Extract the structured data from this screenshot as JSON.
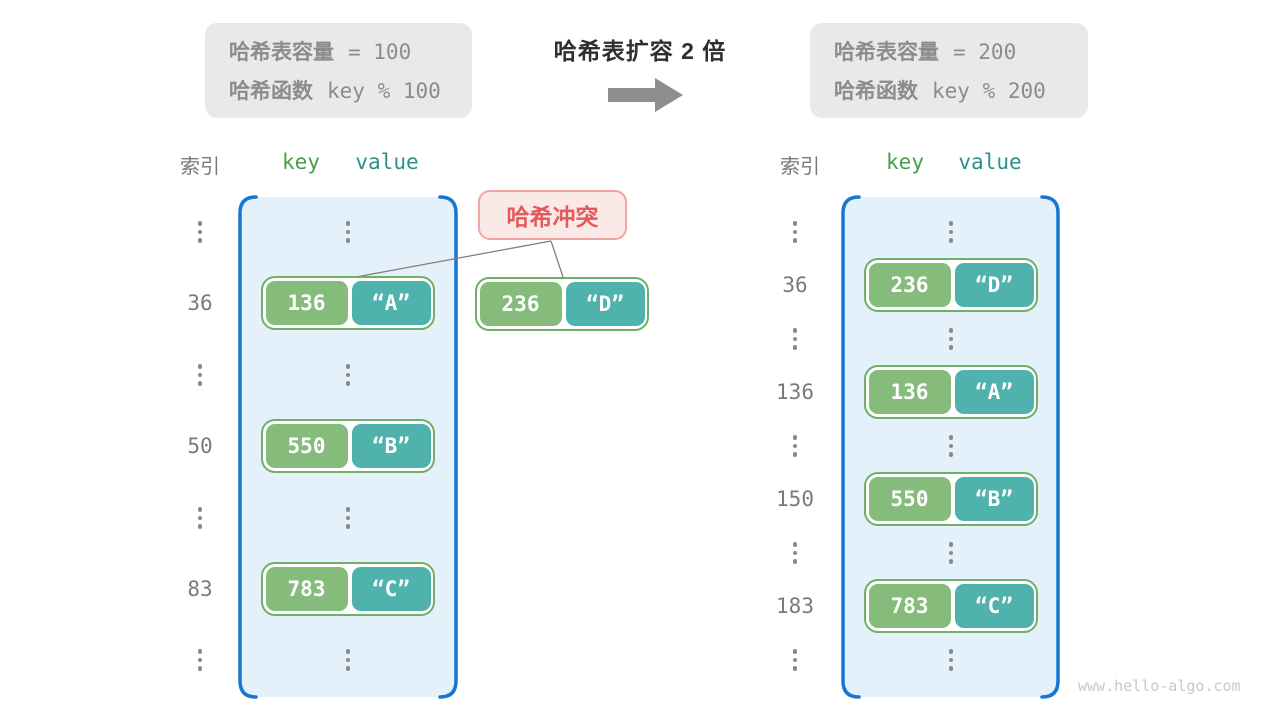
{
  "header": {
    "left_box": {
      "capacity_label": "哈希表容量",
      "capacity_value": "= 100",
      "function_label": "哈希函数",
      "function_value": "key % 100"
    },
    "title": "哈希表扩容 2 倍",
    "right_box": {
      "capacity_label": "哈希表容量",
      "capacity_value": "= 200",
      "function_label": "哈希函数",
      "function_value": "key % 200"
    }
  },
  "collision": {
    "label": "哈希冲突",
    "pair": {
      "key": "236",
      "value": "“D”"
    }
  },
  "left_table": {
    "index_header": "索引",
    "key_header": "key",
    "value_header": "value",
    "entries": [
      {
        "index": "36",
        "key": "136",
        "value": "“A”"
      },
      {
        "index": "50",
        "key": "550",
        "value": "“B”"
      },
      {
        "index": "83",
        "key": "783",
        "value": "“C”"
      }
    ]
  },
  "right_table": {
    "index_header": "索引",
    "key_header": "key",
    "value_header": "value",
    "entries": [
      {
        "index": "36",
        "key": "236",
        "value": "“D”"
      },
      {
        "index": "136",
        "key": "136",
        "value": "“A”"
      },
      {
        "index": "150",
        "key": "550",
        "value": "“B”"
      },
      {
        "index": "183",
        "key": "783",
        "value": "“C”"
      }
    ]
  },
  "glyphs": {
    "ellipsis": "⋮",
    "arrow": "→"
  },
  "watermark": "www.hello-algo.com",
  "colors": {
    "key_green": "#85bc7c",
    "value_teal": "#4fb2ad",
    "pair_border_green": "#6fb066",
    "bucket_fill_blue": "#e4f1fb",
    "bucket_border_blue": "#1478d2",
    "collision_red": "#e15b5c",
    "collision_bg": "#fbe9e8",
    "gray_box_bg": "#e9e9e9",
    "gray_text": "#8c8c8c",
    "header_key_green": "#479f4c",
    "header_value_teal": "#2e8f8a"
  }
}
